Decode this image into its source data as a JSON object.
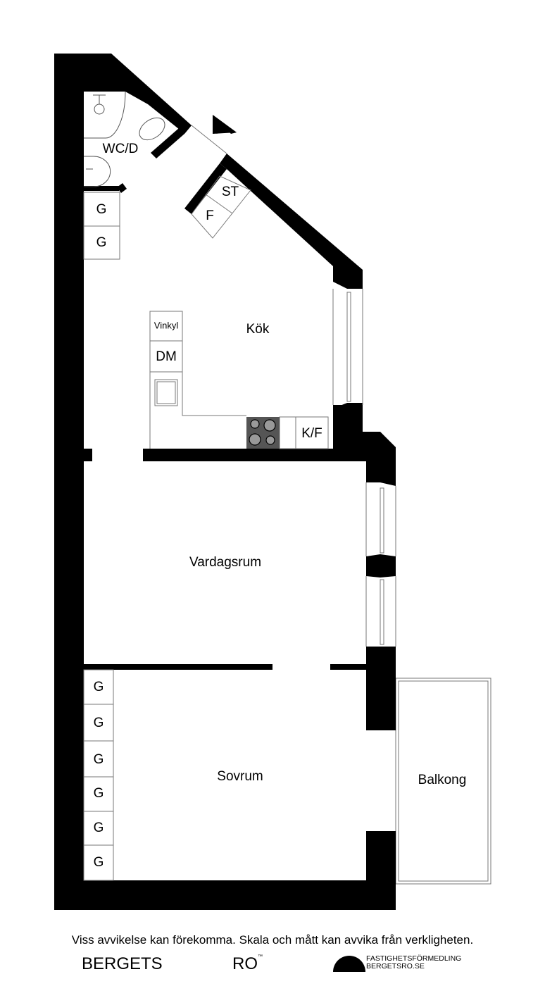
{
  "plan": {
    "rooms": {
      "wc": "WC/D",
      "kitchen": "Kök",
      "living": "Vardagsrum",
      "bedroom": "Sovrum",
      "balcony": "Balkong"
    },
    "fixtures": {
      "storage": "ST",
      "freezer": "F",
      "wine_cooler": "Vinkyl",
      "dishwasher": "DM",
      "fridge_freezer": "K/F",
      "wardrobe": "G"
    }
  },
  "footer": {
    "disclaimer": "Viss avvikelse kan förekomma. Skala och mått kan avvika från verkligheten.",
    "logo_left": "BERGETS",
    "logo_right": "RO",
    "logo_tm": "™",
    "firm_line1": "FASTIGHETSFÖRMEDLING",
    "firm_line2": "BERGETSRO.SE"
  }
}
